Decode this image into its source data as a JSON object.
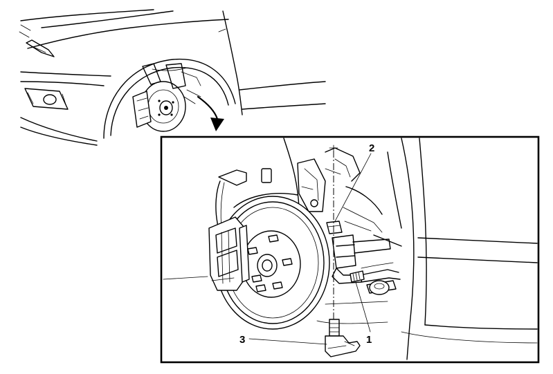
{
  "figure": {
    "callouts": [
      {
        "id": "1",
        "label": "1"
      },
      {
        "id": "2",
        "label": "2"
      },
      {
        "id": "3",
        "label": "3"
      }
    ]
  }
}
